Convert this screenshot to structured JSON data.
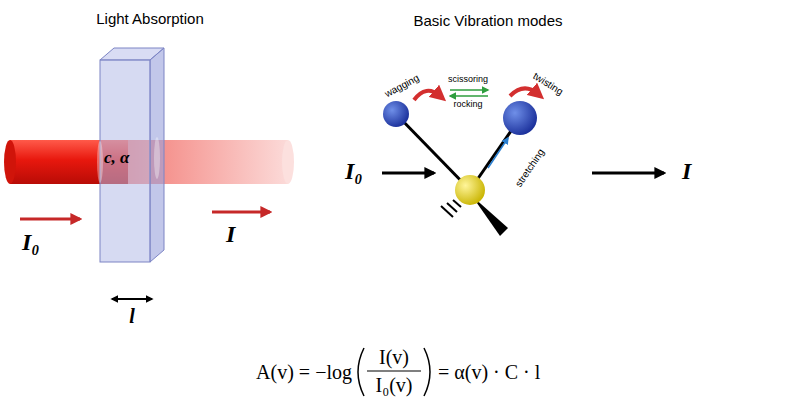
{
  "diagram": {
    "labels": [
      "Light Absorption",
      "Basic Vibration modes",
      "I₀",
      "c, α",
      "I",
      "l",
      "I₀",
      "I",
      "wagging",
      "scissoring",
      "rocking",
      "twisting",
      "stretching",
      "A(v) = −log",
      "I(v)",
      "I₀(v)",
      "= α(v) · C · l"
    ]
  }
}
